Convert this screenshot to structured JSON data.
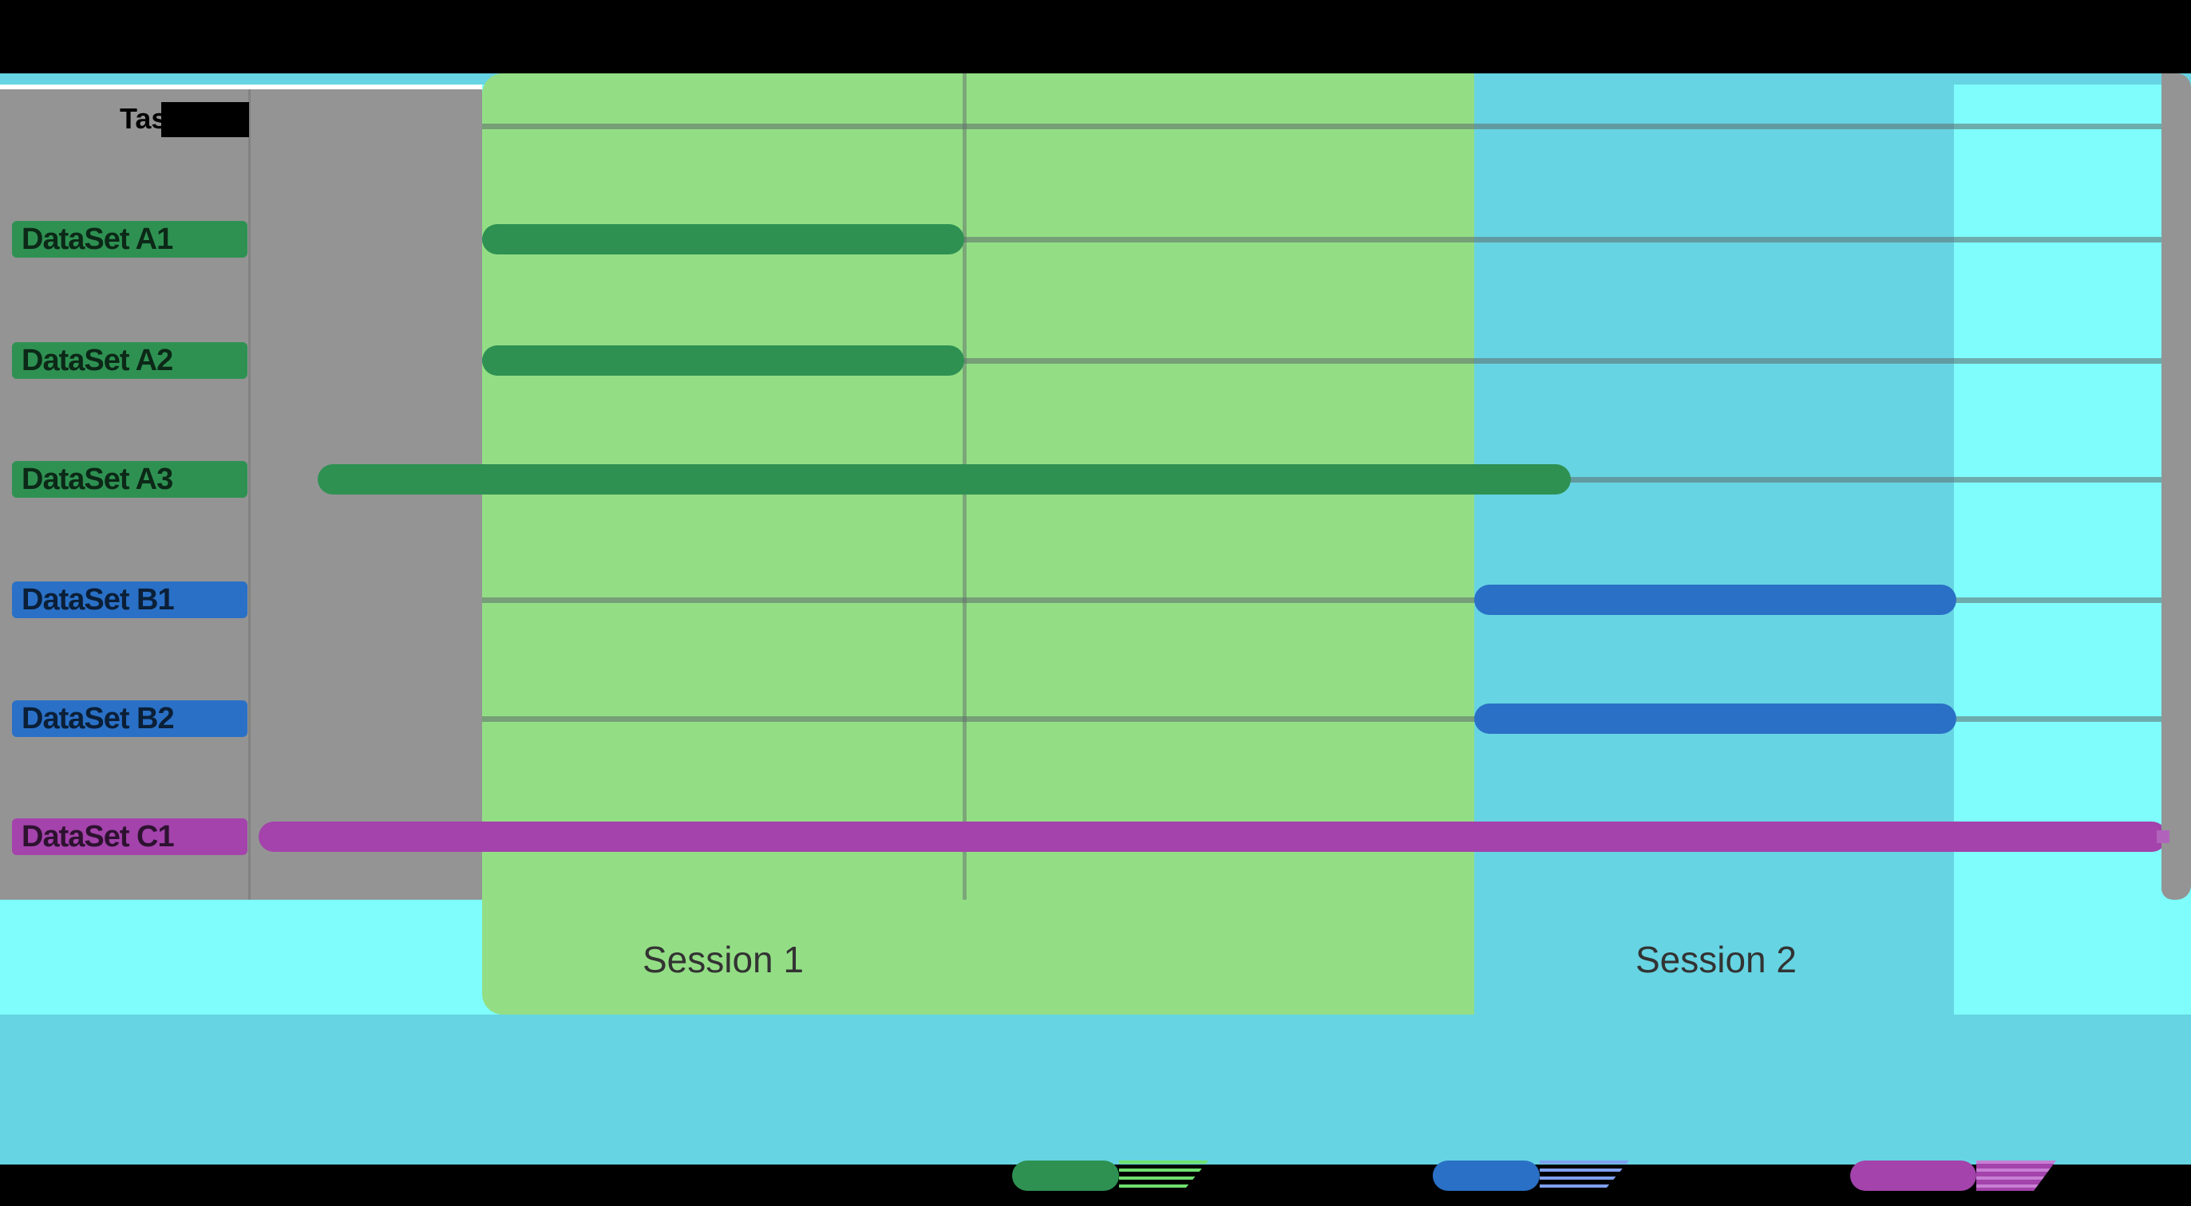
{
  "header": {
    "task_label": "Task"
  },
  "sessions": [
    {
      "label": "Session 1"
    },
    {
      "label": "Session 2"
    }
  ],
  "colors": {
    "background_black": "#000000",
    "plot_aqua": "#7FFCFC",
    "band_cyan": "#66D4E2",
    "band_green": "#93DE85",
    "panel_gray": "#949494",
    "series_green": "#2E9152",
    "series_blue": "#2A70C6",
    "series_purple": "#A343AB"
  },
  "legend": {
    "position": "bottom",
    "labels_visible": false,
    "entries": [
      {
        "name": "series-a-swatch",
        "color": "#2E9152",
        "stripe": "#6FE06F",
        "gap": "transparent"
      },
      {
        "name": "series-b-swatch",
        "color": "#2A70C6",
        "stripe": "#7FA0F0",
        "gap": "transparent"
      },
      {
        "name": "series-c-swatch",
        "color": "#A343AB",
        "stripe": "#C77FD4",
        "gap": "#A343AB"
      }
    ]
  },
  "chart_data": {
    "type": "bar",
    "subtype": "gantt-timeline",
    "title": "Task",
    "x_axis": {
      "tick_labels_visible": false
    },
    "grid": true,
    "rows": [
      {
        "label": "DataSet A1",
        "series": "A",
        "color": "#2E9152",
        "start_frac": 0.22,
        "end_frac": 0.44
      },
      {
        "label": "DataSet A2",
        "series": "A",
        "color": "#2E9152",
        "start_frac": 0.22,
        "end_frac": 0.44
      },
      {
        "label": "DataSet A3",
        "series": "A",
        "color": "#2E9152",
        "start_frac": 0.145,
        "end_frac": 0.717
      },
      {
        "label": "DataSet B1",
        "series": "B",
        "color": "#2A70C6",
        "start_frac": 0.673,
        "end_frac": 0.893
      },
      {
        "label": "DataSet B2",
        "series": "B",
        "color": "#2A70C6",
        "start_frac": 0.673,
        "end_frac": 0.893
      },
      {
        "label": "DataSet C1",
        "series": "C",
        "color": "#A343AB",
        "start_frac": 0.118,
        "end_frac": 0.989
      }
    ],
    "session_bands": [
      {
        "label": "Session 1",
        "color": "#93DE85",
        "start_frac": 0.22,
        "end_frac": 0.672
      },
      {
        "label": "Session 2",
        "color": "#66D4E2",
        "start_frac": 0.673,
        "end_frac": 0.892
      }
    ]
  }
}
